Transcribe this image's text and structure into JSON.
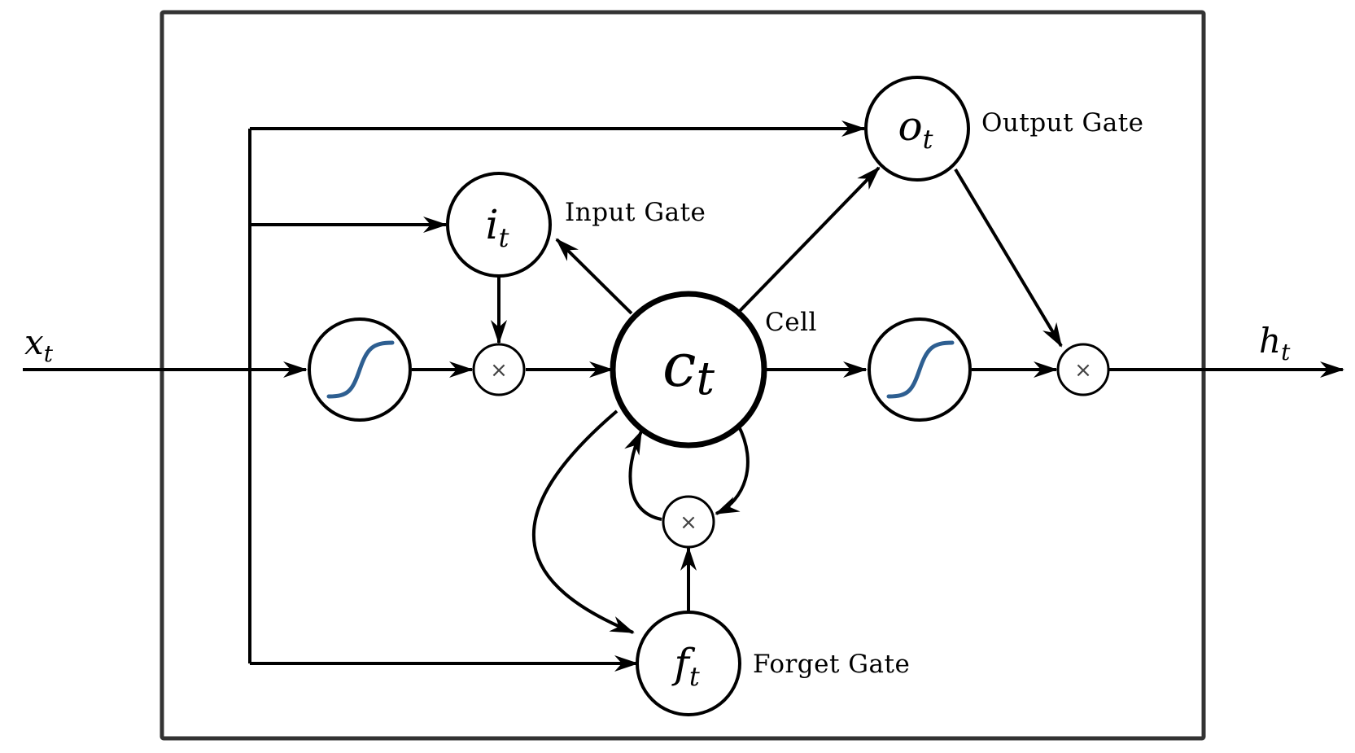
{
  "diagram": {
    "input": {
      "main": "x",
      "sub": "t"
    },
    "output": {
      "main": "h",
      "sub": "t"
    },
    "cell": {
      "main": "c",
      "sub": "t",
      "label": "Cell"
    },
    "input_gate": {
      "main": "i",
      "sub": "t",
      "label": "Input Gate"
    },
    "output_gate": {
      "main": "o",
      "sub": "t",
      "label": "Output Gate"
    },
    "forget_gate": {
      "main": "f",
      "sub": "t",
      "label": "Forget Gate"
    },
    "multiply_symbol": "×",
    "colors": {
      "stroke": "#000000",
      "frame": "#333333",
      "sigmoid_curve": "#2e5f91"
    }
  }
}
